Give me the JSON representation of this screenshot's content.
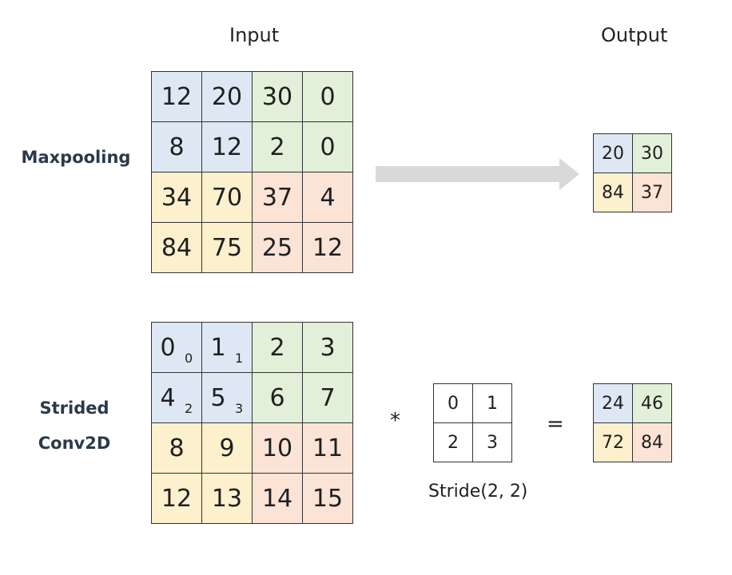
{
  "headers": {
    "input": "Input",
    "output": "Output"
  },
  "labels": {
    "maxpooling": "Maxpooling",
    "strided_line1": "Strided",
    "strided_line2": "Conv2D"
  },
  "colors": {
    "blue": "#dde8f4",
    "green": "#e2efd9",
    "yellow": "#fdf0cd",
    "peach": "#fbe3d6",
    "white": "#ffffff",
    "arrow": "#d9d9d9"
  },
  "maxpool_input": [
    [
      {
        "v": "12",
        "c": "blue"
      },
      {
        "v": "20",
        "c": "blue"
      },
      {
        "v": "30",
        "c": "green"
      },
      {
        "v": "0",
        "c": "green"
      }
    ],
    [
      {
        "v": "8",
        "c": "blue"
      },
      {
        "v": "12",
        "c": "blue"
      },
      {
        "v": "2",
        "c": "green"
      },
      {
        "v": "0",
        "c": "green"
      }
    ],
    [
      {
        "v": "34",
        "c": "yellow"
      },
      {
        "v": "70",
        "c": "yellow"
      },
      {
        "v": "37",
        "c": "peach"
      },
      {
        "v": "4",
        "c": "peach"
      }
    ],
    [
      {
        "v": "84",
        "c": "yellow"
      },
      {
        "v": "75",
        "c": "yellow"
      },
      {
        "v": "25",
        "c": "peach"
      },
      {
        "v": "12",
        "c": "peach"
      }
    ]
  ],
  "maxpool_output": [
    [
      {
        "v": "20",
        "c": "blue"
      },
      {
        "v": "30",
        "c": "green"
      }
    ],
    [
      {
        "v": "84",
        "c": "yellow"
      },
      {
        "v": "37",
        "c": "peach"
      }
    ]
  ],
  "conv_input": [
    [
      {
        "v": "0",
        "s": "0",
        "c": "blue"
      },
      {
        "v": "1",
        "s": "1",
        "c": "blue"
      },
      {
        "v": "2",
        "c": "green"
      },
      {
        "v": "3",
        "c": "green"
      }
    ],
    [
      {
        "v": "4",
        "s": "2",
        "c": "blue"
      },
      {
        "v": "5",
        "s": "3",
        "c": "blue"
      },
      {
        "v": "6",
        "c": "green"
      },
      {
        "v": "7",
        "c": "green"
      }
    ],
    [
      {
        "v": "8",
        "c": "yellow"
      },
      {
        "v": "9",
        "c": "yellow"
      },
      {
        "v": "10",
        "c": "peach"
      },
      {
        "v": "11",
        "c": "peach"
      }
    ],
    [
      {
        "v": "12",
        "c": "yellow"
      },
      {
        "v": "13",
        "c": "yellow"
      },
      {
        "v": "14",
        "c": "peach"
      },
      {
        "v": "15",
        "c": "peach"
      }
    ]
  ],
  "operator_multiply": "*",
  "kernel": [
    [
      {
        "v": "0",
        "c": "white"
      },
      {
        "v": "1",
        "c": "white"
      }
    ],
    [
      {
        "v": "2",
        "c": "white"
      },
      {
        "v": "3",
        "c": "white"
      }
    ]
  ],
  "operator_equals": "=",
  "stride_label": "Stride(2, 2)",
  "conv_output": [
    [
      {
        "v": "24",
        "c": "blue"
      },
      {
        "v": "46",
        "c": "green"
      }
    ],
    [
      {
        "v": "72",
        "c": "yellow"
      },
      {
        "v": "84",
        "c": "peach"
      }
    ]
  ]
}
